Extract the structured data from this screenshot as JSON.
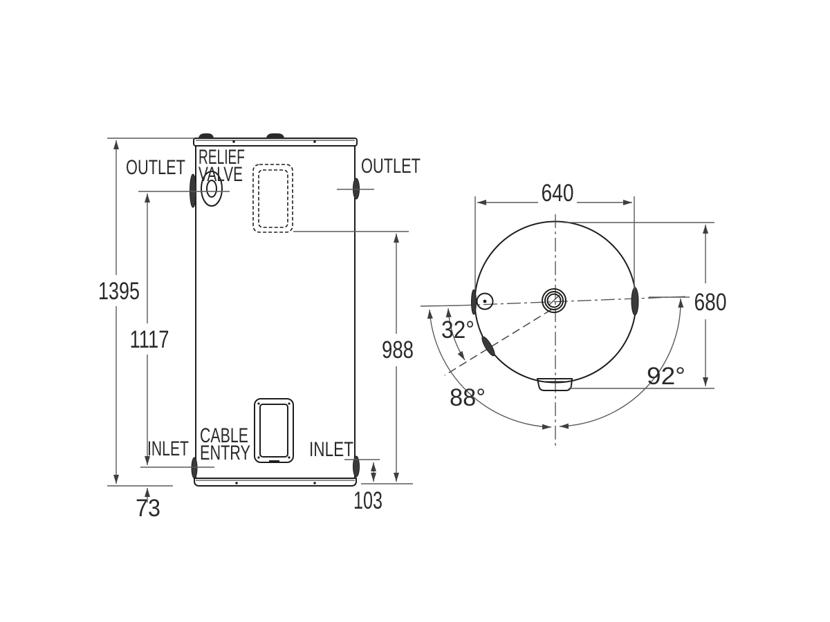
{
  "title": "Water heater dimension drawing",
  "front_view": {
    "labels": {
      "outlet_left": "OUTLET",
      "outlet_right": "OUTLET",
      "relief_line1": "RELIEF",
      "relief_line2": "VALVE",
      "cable_line1": "CABLE",
      "cable_line2": "ENTRY",
      "inlet_left": "INLET",
      "inlet_right": "INLET"
    },
    "dimensions": {
      "overall_height": "1395",
      "outlet_to_inlet": "1117",
      "access_panel_height": "988",
      "inlet_left_height": "73",
      "inlet_right_height": "103"
    }
  },
  "top_view": {
    "dimensions": {
      "width": "640",
      "depth": "680",
      "angle_fitting": "32°",
      "angle_left": "88°",
      "angle_right": "92°"
    }
  },
  "colors": {
    "object_line": "#1d1d1b",
    "dimension_line": "#58595b",
    "background": "#ffffff"
  }
}
